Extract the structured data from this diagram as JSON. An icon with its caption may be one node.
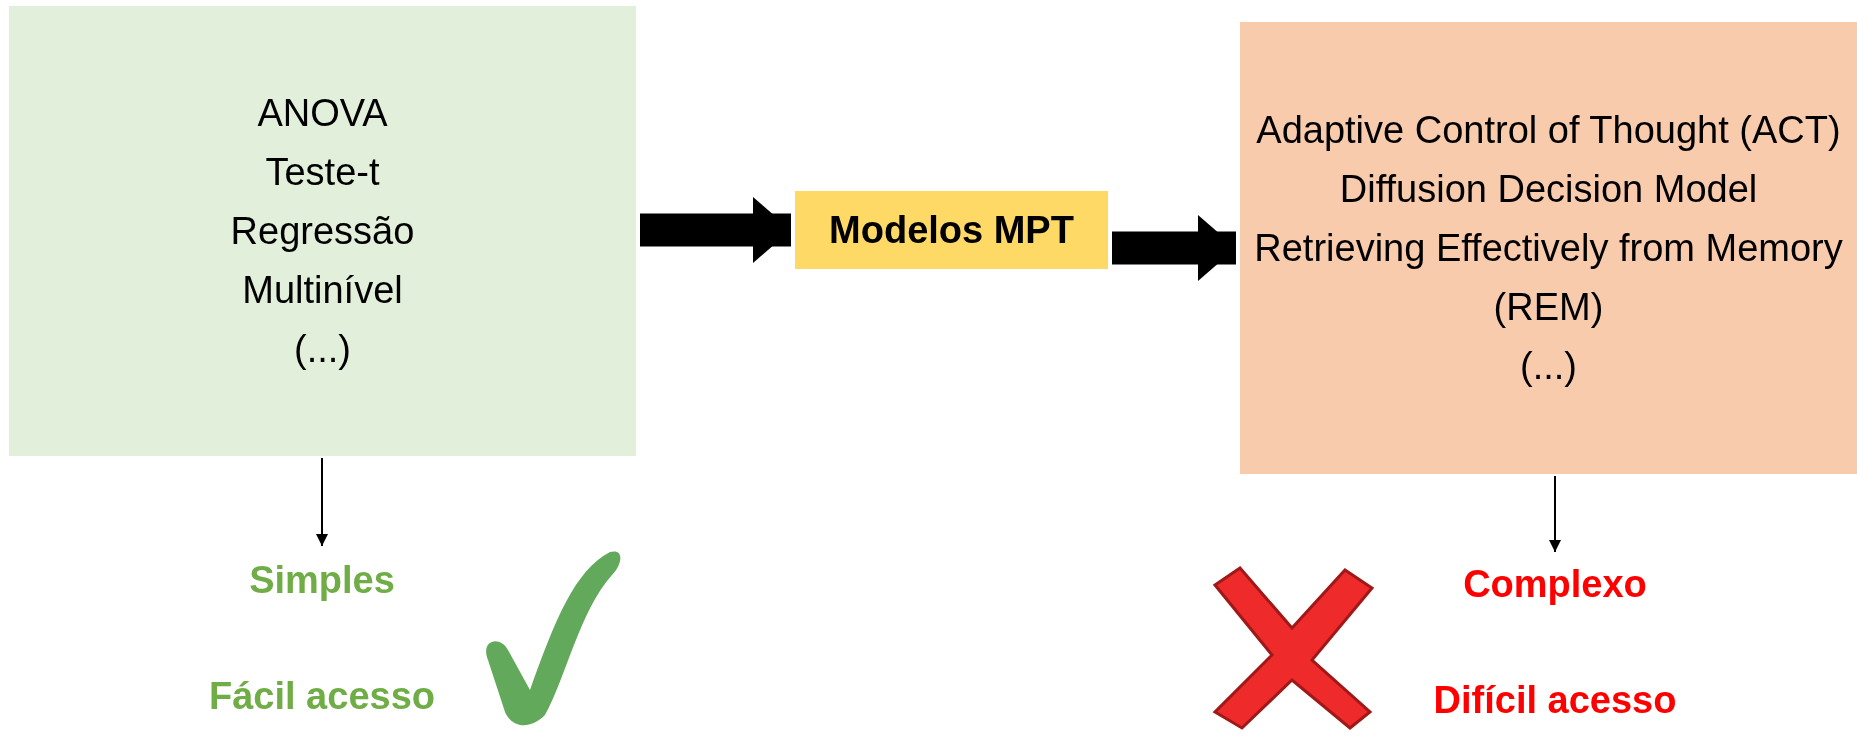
{
  "diagram": {
    "nodes": [
      {
        "text": [
          "ANOVA",
          "Teste-t",
          "Regressão",
          "Multinível",
          "(...)"
        ]
      },
      {
        "text": [
          "Modelos MPT"
        ]
      },
      {
        "text": [
          "Adaptive Control of Thought (ACT)",
          "Diffusion Decision Model",
          "Retrieving Effectively from Memory (REM)",
          "(...)"
        ]
      },
      {
        "text": [
          "Simples",
          "Fácil acesso"
        ]
      },
      {
        "text": [
          "Complexo",
          "Difícil acesso"
        ]
      }
    ],
    "edges": [
      {
        "from": 0,
        "to": 1,
        "arrow": "to",
        "style": "thick"
      },
      {
        "from": 1,
        "to": 2,
        "arrow": "to",
        "style": "thick"
      },
      {
        "from": 0,
        "to": 3,
        "arrow": "to"
      },
      {
        "from": 2,
        "to": 4,
        "arrow": "to"
      }
    ]
  }
}
